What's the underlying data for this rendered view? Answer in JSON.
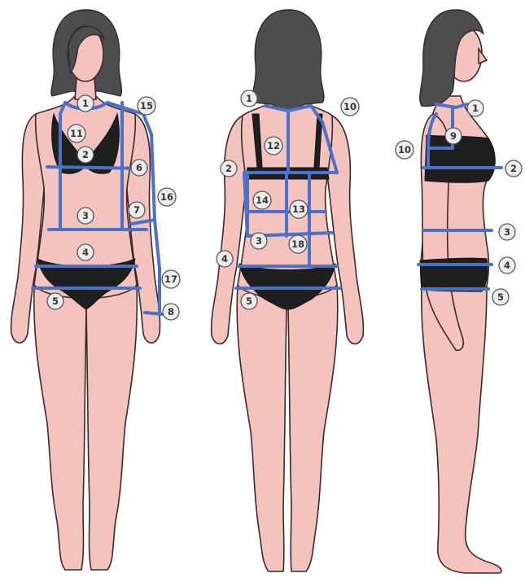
{
  "figures": [
    {
      "view": "front",
      "markers": [
        {
          "id": "f1",
          "label": "1"
        },
        {
          "id": "f2",
          "label": "2"
        },
        {
          "id": "f3",
          "label": "3"
        },
        {
          "id": "f4",
          "label": "4"
        },
        {
          "id": "f5",
          "label": "5"
        },
        {
          "id": "f6",
          "label": "6"
        },
        {
          "id": "f7",
          "label": "7"
        },
        {
          "id": "f8",
          "label": "8"
        },
        {
          "id": "f11",
          "label": "11"
        },
        {
          "id": "f15",
          "label": "15"
        },
        {
          "id": "f16",
          "label": "16"
        },
        {
          "id": "f17",
          "label": "17"
        }
      ]
    },
    {
      "view": "back",
      "markers": [
        {
          "id": "b1",
          "label": "1"
        },
        {
          "id": "b10",
          "label": "10"
        },
        {
          "id": "b12",
          "label": "12"
        },
        {
          "id": "b2",
          "label": "2"
        },
        {
          "id": "b14",
          "label": "14"
        },
        {
          "id": "b13",
          "label": "13"
        },
        {
          "id": "b3",
          "label": "3"
        },
        {
          "id": "b18",
          "label": "18"
        },
        {
          "id": "b4",
          "label": "4"
        },
        {
          "id": "b5",
          "label": "5"
        }
      ]
    },
    {
      "view": "side",
      "markers": [
        {
          "id": "s1",
          "label": "1"
        },
        {
          "id": "s9",
          "label": "9"
        },
        {
          "id": "s10",
          "label": "10"
        },
        {
          "id": "s2",
          "label": "2"
        },
        {
          "id": "s3",
          "label": "3"
        },
        {
          "id": "s4",
          "label": "4"
        },
        {
          "id": "s5",
          "label": "5"
        }
      ]
    }
  ],
  "colors": {
    "measurement_line": "#4a72c8",
    "skin": "#f4c3bd",
    "hair": "#4d4d4f",
    "clothing": "#1f1f1f",
    "marker_fill": "#ededed"
  }
}
